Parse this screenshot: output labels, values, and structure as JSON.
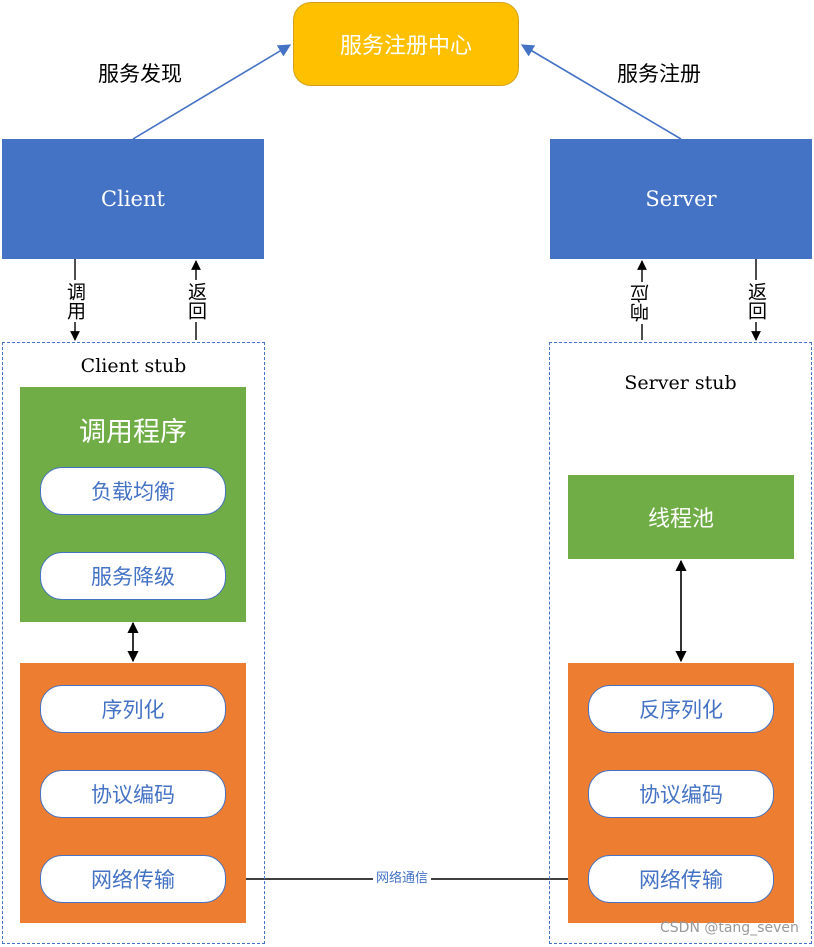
{
  "registry": {
    "label": "服务注册中心"
  },
  "labels": {
    "discovery": "服务发现",
    "register": "服务注册"
  },
  "client": {
    "label": "Client",
    "call_label": "调用",
    "return_label": "返回",
    "stub": {
      "title": "Client stub",
      "invoker": {
        "title": "调用程序",
        "items": [
          "负载均衡",
          "服务降级"
        ]
      },
      "codec": {
        "items": [
          "序列化",
          "协议编码",
          "网络传输"
        ]
      }
    }
  },
  "server": {
    "label": "Server",
    "response_label": "响应",
    "return_label": "返回",
    "stub": {
      "title": "Server stub",
      "thread_pool": {
        "label": "线程池"
      },
      "codec": {
        "items": [
          "反序列化",
          "协议编码",
          "网络传输"
        ]
      }
    }
  },
  "network": {
    "label": "网络通信"
  },
  "watermark": "CSDN @tang_seven",
  "colors": {
    "registry": "#FFC000",
    "node": "#4472C4",
    "invoker": "#70AD47",
    "codec": "#ED7D31",
    "pill_text": "#4472C4"
  }
}
